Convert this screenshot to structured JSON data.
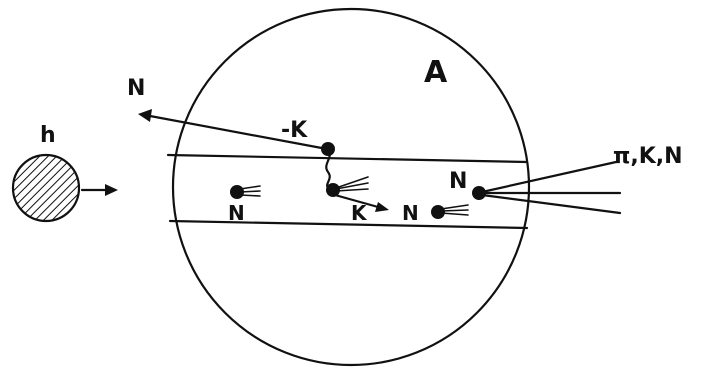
{
  "labels": {
    "nucleus": "A",
    "hadron": "h",
    "outgoing_nucleon_left": "N",
    "minus_k": "-K",
    "k": "K",
    "nucleon_tube_left": "N",
    "nucleon_tube_right": "N",
    "nucleon_leading": "N",
    "products": "π,K,N"
  },
  "colors": {
    "ink": "#111111",
    "background": "#ffffff"
  }
}
